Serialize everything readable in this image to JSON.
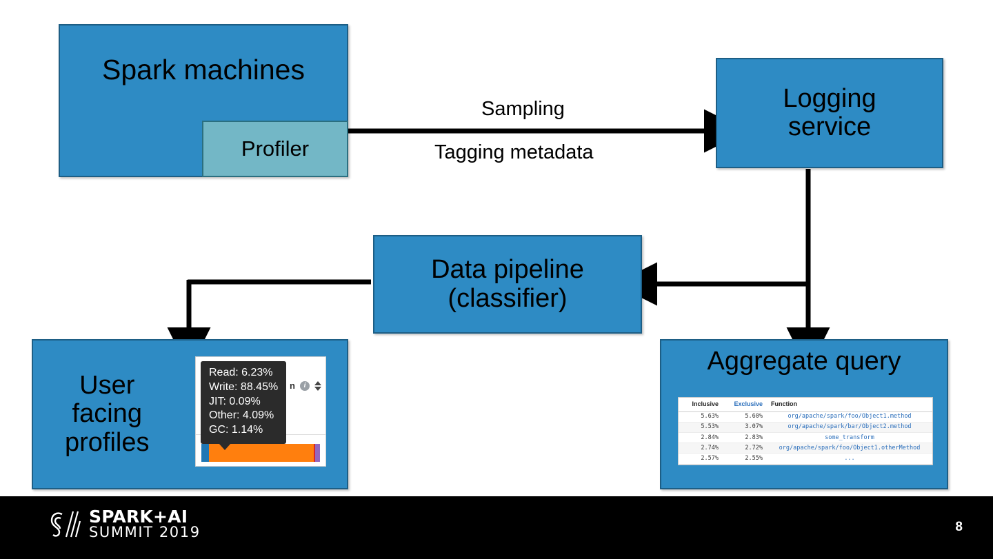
{
  "slide": {
    "page_number": "8",
    "colors": {
      "box_fill": "#2e8bc4",
      "box_border": "#1d5e85",
      "profiler_fill": "#73b7c6",
      "arrow": "#000000",
      "footer_bg": "#000000",
      "table_link": "#2a6ebb",
      "bar_read": "#1f77b4",
      "bar_write": "#ff7f0e",
      "bar_gc": "#d62728",
      "bar_other": "#9467bd"
    }
  },
  "boxes": {
    "spark_machines": "Spark machines",
    "profiler": "Profiler",
    "logging_service": "Logging\nservice",
    "data_pipeline": "Data pipeline\n(classifier)",
    "user_profiles": "User\nfacing\nprofiles",
    "aggregate_query": "Aggregate query"
  },
  "arrow_labels": {
    "sampling": "Sampling",
    "tagging_metadata": "Tagging metadata"
  },
  "profile_card": {
    "header_partial_text": "n",
    "info_icon": "info-icon",
    "sort_icon": "sort-icon",
    "tooltip": [
      "Read: 6.23%",
      "Write: 88.45%",
      "JIT: 0.09%",
      "Other: 4.09%",
      "GC: 1.14%"
    ],
    "stacked_bar": [
      {
        "name": "Read",
        "percent": 6.23,
        "color": "#1f77b4"
      },
      {
        "name": "Write",
        "percent": 88.45,
        "color": "#ff7f0e"
      },
      {
        "name": "GC",
        "percent": 1.14,
        "color": "#d62728"
      },
      {
        "name": "Other",
        "percent": 4.09,
        "color": "#9467bd"
      }
    ]
  },
  "aggregate_table": {
    "headers": [
      "Inclusive",
      "Exclusive",
      "Function"
    ],
    "active_sort_column": "Exclusive",
    "rows": [
      {
        "inclusive": "5.63%",
        "exclusive": "5.60%",
        "function": "org/apache/spark/foo/Object1.method"
      },
      {
        "inclusive": "5.53%",
        "exclusive": "3.07%",
        "function": "org/apache/spark/bar/Object2.method"
      },
      {
        "inclusive": "2.84%",
        "exclusive": "2.83%",
        "function": "some_transform"
      },
      {
        "inclusive": "2.74%",
        "exclusive": "2.72%",
        "function": "org/apache/spark/foo/Object1.otherMethod"
      },
      {
        "inclusive": "2.57%",
        "exclusive": "2.55%",
        "function": "..."
      }
    ]
  },
  "footer": {
    "logo_line1": "SPARK+AI",
    "logo_line2": "SUMMIT 2019",
    "logo_mark": "spark-summit-logo-icon"
  }
}
